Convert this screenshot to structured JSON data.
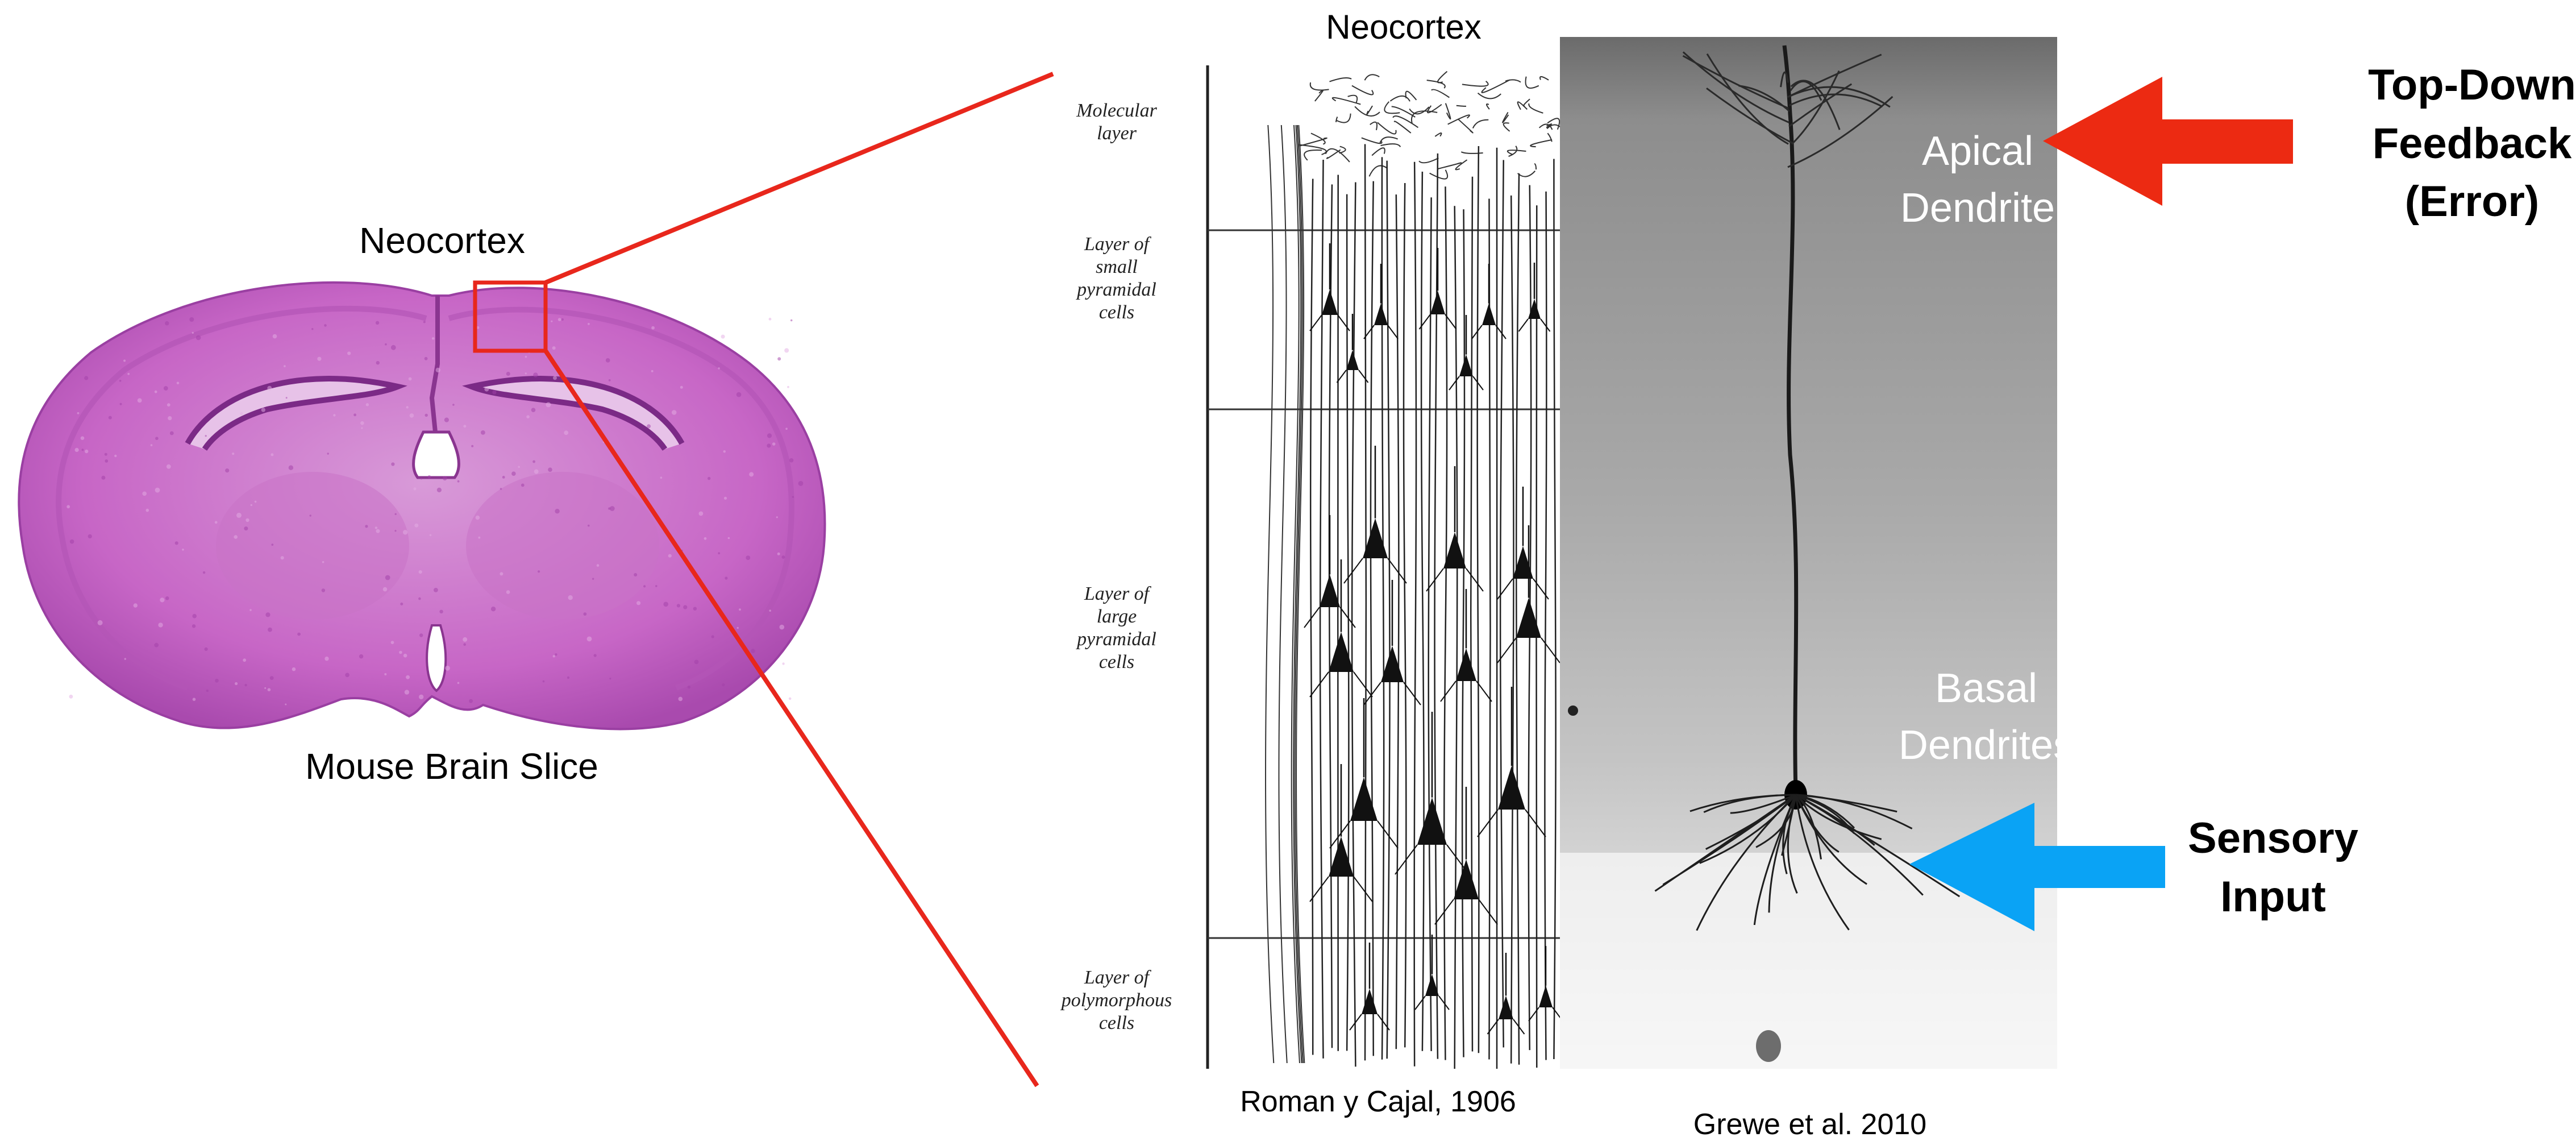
{
  "brain": {
    "region_label": "Neocortex",
    "caption": "Mouse Brain Slice",
    "stain_color": "#c35fc0",
    "zoom_box_color": "#e8271c"
  },
  "cajal": {
    "title": "Neocortex",
    "layers": [
      {
        "lines": [
          "Molecular",
          "layer"
        ]
      },
      {
        "lines": [
          "Layer of",
          "small",
          "pyramidal",
          "cells"
        ]
      },
      {
        "lines": [
          "Layer of",
          "large",
          "pyramidal",
          "cells"
        ]
      },
      {
        "lines": [
          "Layer of",
          "polymorphous",
          "cells"
        ]
      }
    ],
    "credit": "Roman y Cajal, 1906"
  },
  "micrograph": {
    "apical_label": [
      "Apical",
      "Dendrite"
    ],
    "basal_label": [
      "Basal",
      "Dendrites"
    ],
    "credit": "Grewe et al. 2010"
  },
  "arrows": {
    "feedback": {
      "lines": [
        "Top-Down",
        "Feedback",
        "(Error)"
      ],
      "color": "#ec2a12"
    },
    "sensory": {
      "lines": [
        "Sensory",
        "Input"
      ],
      "color": "#0aa3f5"
    }
  }
}
